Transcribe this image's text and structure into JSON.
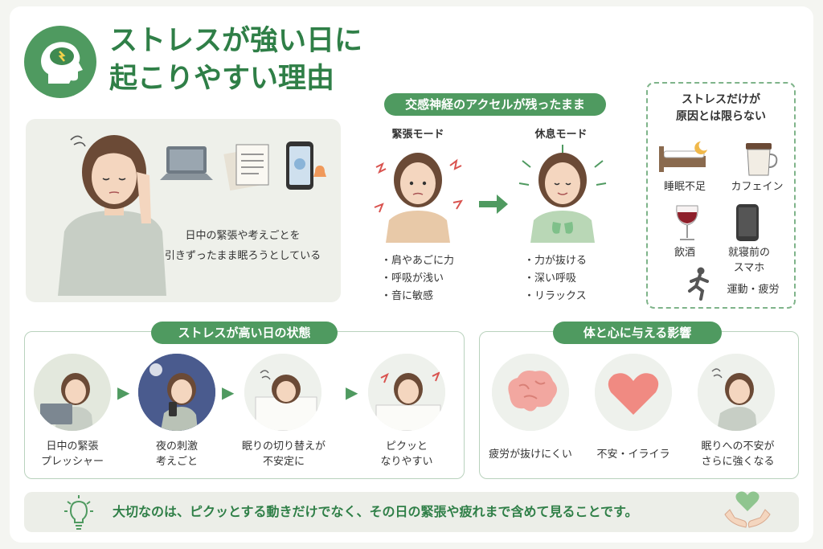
{
  "title": {
    "line1": "ストレスが強い日に",
    "line2": "起こりやすい理由"
  },
  "scene": {
    "line1": "日中の緊張や考えごとを",
    "line2": "引きずったまま眠ろうとしている"
  },
  "nerve": {
    "pill": "交感神経のアクセルが残ったまま",
    "tense": {
      "label": "緊張モード",
      "bullets": [
        "肩やあごに力",
        "呼吸が浅い",
        "音に敏感"
      ]
    },
    "rest": {
      "label": "休息モード",
      "bullets": [
        "力が抜ける",
        "深い呼吸",
        "リラックス"
      ]
    }
  },
  "causes": {
    "title1": "ストレスだけが",
    "title2": "原因とは限らない",
    "items": [
      "睡眠不足",
      "カフェイン",
      "飲酒",
      "就寝前の",
      "スマホ",
      "運動・疲労"
    ]
  },
  "states": {
    "pill": "ストレスが高い日の状態",
    "steps": [
      {
        "l1": "日中の緊張",
        "l2": "プレッシャー"
      },
      {
        "l1": "夜の刺激",
        "l2": "考えごと"
      },
      {
        "l1": "眠りの切り替えが",
        "l2": "不安定に"
      },
      {
        "l1": "ピクッと",
        "l2": "なりやすい"
      }
    ]
  },
  "effects": {
    "pill": "体と心に与える影響",
    "items": [
      {
        "l1": "疲労が抜けにくい",
        "l2": ""
      },
      {
        "l1": "不安・イライラ",
        "l2": ""
      },
      {
        "l1": "眠りへの不安が",
        "l2": "さらに強くなる"
      }
    ]
  },
  "footer": "大切なのは、ピクッとする動きだけでなく、その日の緊張や疲れまで含めて見ることです。",
  "colors": {
    "green": "#4f9a60",
    "dark_green": "#2f7f47",
    "heart": "#f08a82",
    "brain": "#f2a7a0"
  }
}
